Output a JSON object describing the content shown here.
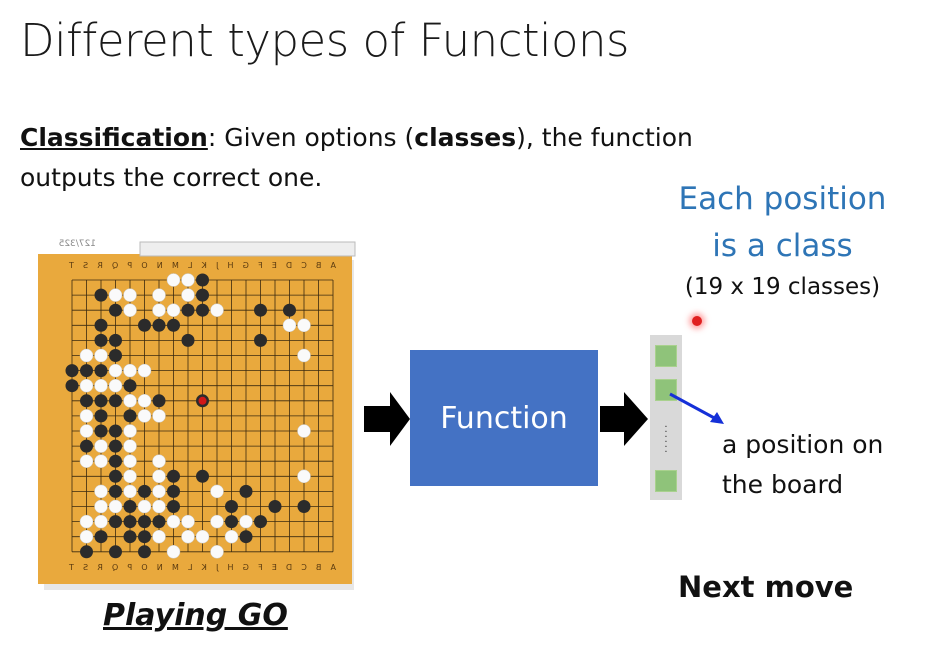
{
  "slide": {
    "title": "Different types of Functions",
    "desc_term": "Classification",
    "desc_part1": ": Given options (",
    "desc_classes": "classes",
    "desc_part2": "), the function outputs the correct one.",
    "each_line1": "Each position",
    "each_line2": "is a class",
    "classes_count": "(19 x 19 classes)",
    "function_label": "Function",
    "position_line1": "a position on",
    "position_line2": "the board",
    "next_move": "Next move",
    "playing_go": "Playing GO",
    "board_counter": "127/325",
    "column_letters": "ABCDEFGHJKLMNOPQRST",
    "accent_blue": "#2e75b6",
    "function_color": "#4472c4"
  }
}
